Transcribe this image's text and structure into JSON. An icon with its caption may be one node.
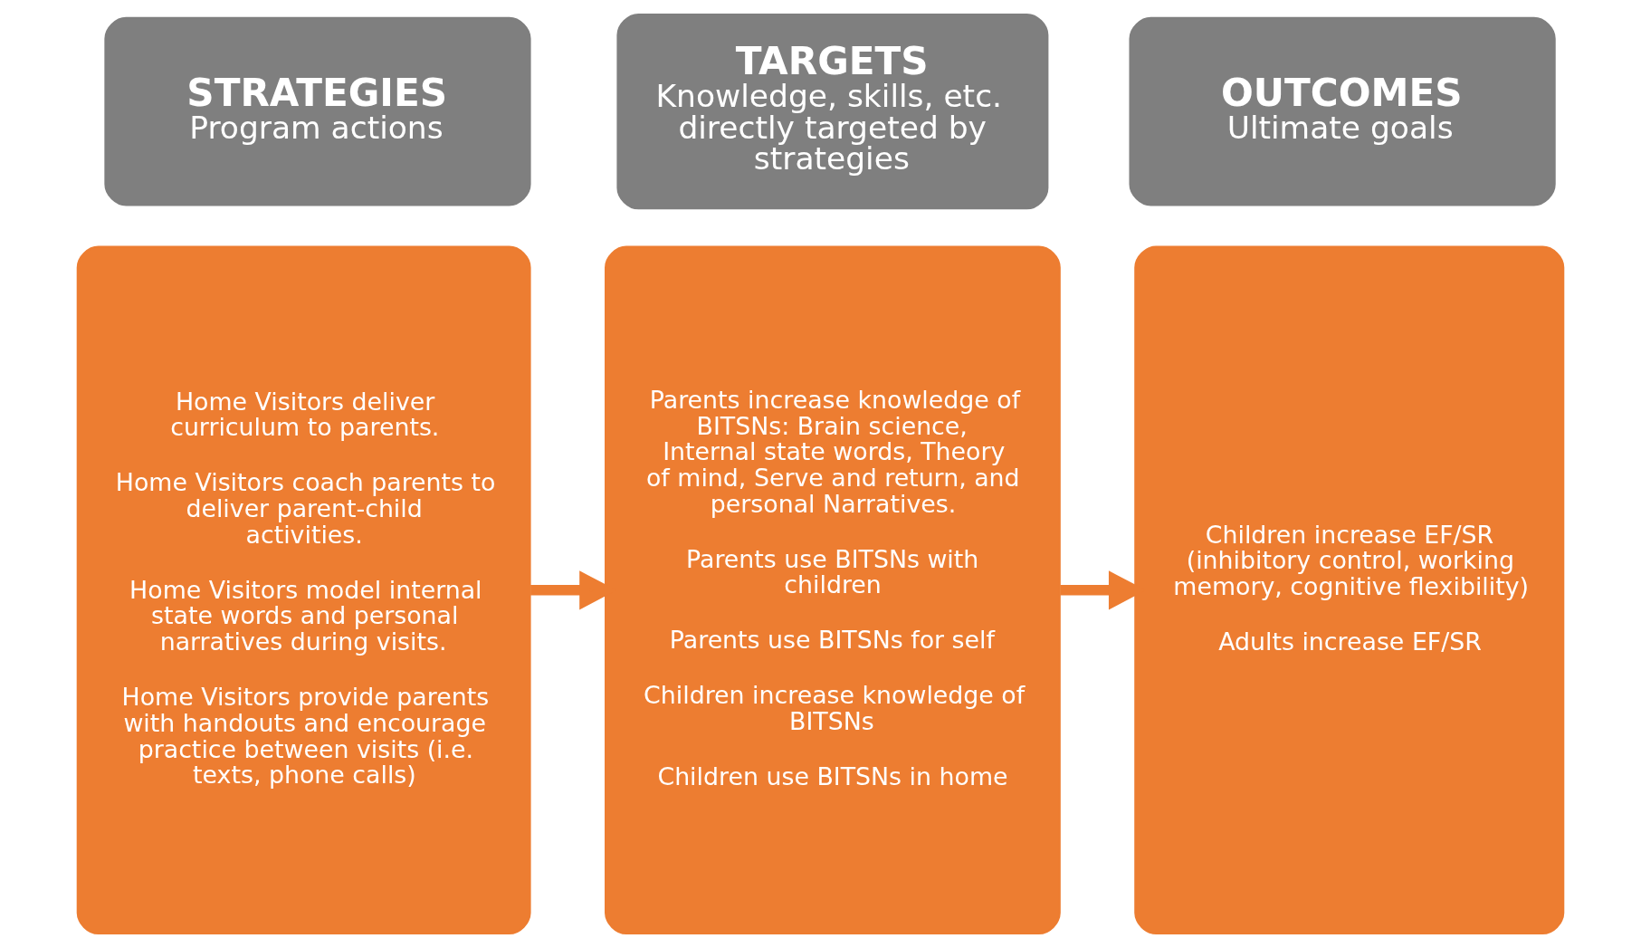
{
  "diagram": {
    "nodes": [
      {
        "text": [
          "STRATEGIES",
          "Program actions"
        ]
      },
      {
        "text": [
          "TARGETS",
          "Knowledge, skills, etc. directly targeted by strategies"
        ]
      },
      {
        "text": [
          "OUTCOMES",
          "Ultimate goals"
        ]
      },
      {
        "text": [
          "Home Visitors deliver curriculum to parents.",
          "Home Visitors coach parents to deliver parent-child activities.",
          "Home Visitors model internal state words and personal narratives during visits.",
          "Home Visitors provide parents with handouts and encourage practice between visits (i.e. texts, phone calls)"
        ]
      },
      {
        "text": [
          "Parents increase knowledge of BITSNs: Brain science, Internal state words, Theory of mind, Serve and return, and personal Narratives.",
          "Parents use BITSNs with children",
          "Parents use BITSNs for self",
          "Children increase knowledge of BITSNs",
          "Children use BITSNs in home"
        ]
      },
      {
        "text": [
          "Children increase EF/SR (inhibitory control, working memory, cognitive flexibility)",
          "Adults increase EF/SR"
        ]
      }
    ],
    "edges": [
      {
        "from": 3,
        "to": 4,
        "arrow": "to"
      },
      {
        "from": 4,
        "to": 5,
        "arrow": "to"
      }
    ]
  }
}
